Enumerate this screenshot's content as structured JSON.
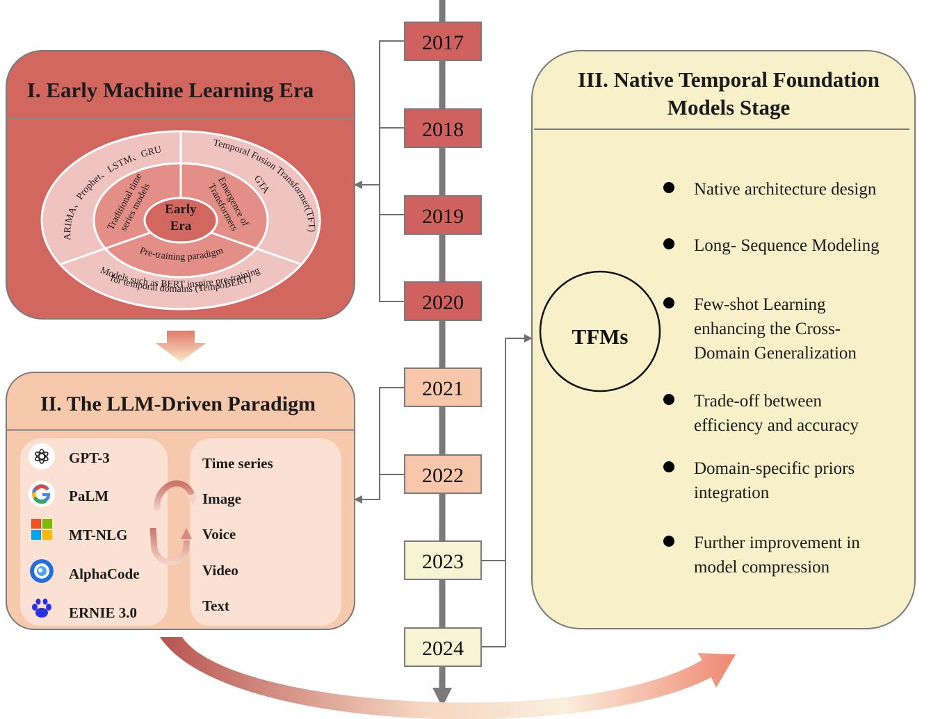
{
  "colors": {
    "timeline": "#7a7a7a",
    "connector": "#707070",
    "stage1_fill": "#d1675f",
    "stage1_header": "#cc625b",
    "stage2_fill": "#f7c9ac",
    "stage2_panel": "#fbe1d4",
    "stage3_fill": "#f8f0c8",
    "year_red": "#cf625e",
    "year_peach": "#f8c7ab",
    "year_cream": "#f8f3d3"
  },
  "timeline": {
    "years": [
      {
        "label": "2017",
        "style": "red"
      },
      {
        "label": "2018",
        "style": "red"
      },
      {
        "label": "2019",
        "style": "red"
      },
      {
        "label": "2020",
        "style": "red"
      },
      {
        "label": "2021",
        "style": "peach"
      },
      {
        "label": "2022",
        "style": "peach"
      },
      {
        "label": "2023",
        "style": "cream"
      },
      {
        "label": "2024",
        "style": "cream"
      }
    ]
  },
  "stage1": {
    "title": "I. Early Machine Learning Era",
    "center_lines": [
      "Early",
      "Era"
    ],
    "middle_ring": {
      "left_lines": [
        "Traditional time",
        "series models"
      ],
      "right_lines": [
        "Emergence of",
        "Transformers"
      ],
      "bottom": "Pre-training paradigm"
    },
    "outer_ring": {
      "left": "ARIMA、Prophet、LSTM、GRU",
      "right_top": "Temporal Fusion Transformer(TFT)",
      "right_gta": "GTA",
      "bottom_lines": [
        "Models such as BERT inspire pre-training",
        "for temporal domains (TempoBERT)"
      ]
    }
  },
  "stage2": {
    "title": "II.  The LLM-Driven Paradigm",
    "models": [
      {
        "name": "GPT-3",
        "icon": "openai-icon"
      },
      {
        "name": "PaLM",
        "icon": "google-icon"
      },
      {
        "name": "MT-NLG",
        "icon": "microsoft-icon"
      },
      {
        "name": "AlphaCode",
        "icon": "deepmind-icon"
      },
      {
        "name": "ERNIE 3.0",
        "icon": "baidu-paw-icon"
      }
    ],
    "modalities": [
      "Time series",
      "Image",
      "Voice",
      "Video",
      "Text"
    ]
  },
  "stage3": {
    "title_lines": [
      "III. Native Temporal Foundation",
      "Models Stage"
    ],
    "circle_label": "TFMs",
    "bullets": [
      {
        "lines": [
          "Native architecture design"
        ]
      },
      {
        "lines": [
          "Long- Sequence Modeling"
        ]
      },
      {
        "lines": [
          "Few-shot Learning",
          "enhancing the Cross-",
          "Domain Generalization"
        ]
      },
      {
        "lines": [
          "Trade-off between",
          "efficiency and accuracy"
        ]
      },
      {
        "lines": [
          "Domain-specific priors",
          "integration"
        ]
      },
      {
        "lines": [
          "Further improvement in",
          "model compression"
        ]
      }
    ]
  }
}
